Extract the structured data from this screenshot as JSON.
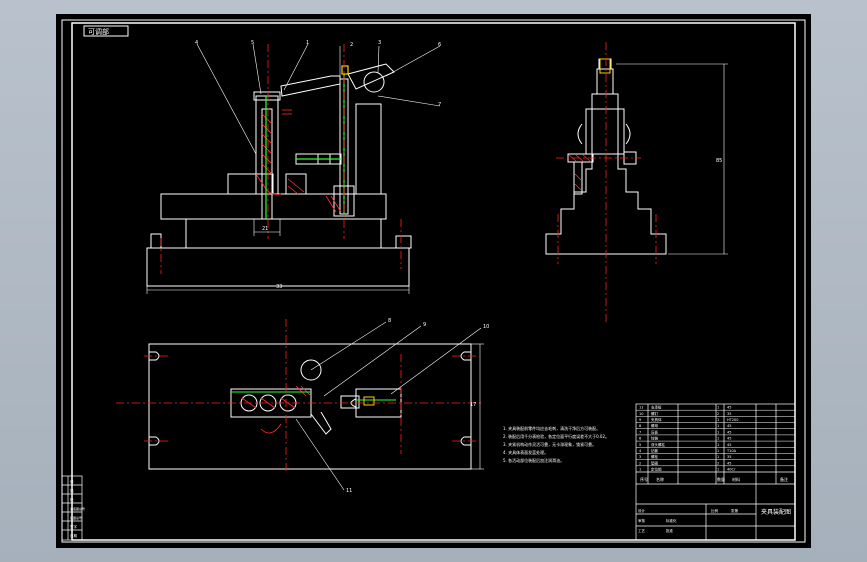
{
  "window": {
    "bg_top": "#b9c2cc",
    "bg_bottom": "#a6b0bb",
    "canvas_bg": "#000000"
  },
  "colors": {
    "line": "#ffffff",
    "center_line": "#ff2020",
    "dimension": "#00e5e5",
    "hatch": "#ff3030",
    "green": "#30ff30",
    "yellow": "#ffd000",
    "text": "#ffffff"
  },
  "drawing": {
    "title_tab": "可调部",
    "dims": {
      "front_width": "33",
      "front_small": "21",
      "side_height": "85",
      "plan_height": "17"
    },
    "balloons": [
      "4",
      "5",
      "1",
      "2",
      "3",
      "6",
      "7",
      "8",
      "9",
      "10",
      "11"
    ],
    "tech_notes": [
      "1. 夹具装配前零件均应去毛刺，清洗干净后方可装配。",
      "2. 装配后用千分表检验，各定位面平行度误差不大于0.02。",
      "3. 夹紧机构动作灵活可靠，无卡滞现象，锁紧可靠。",
      "4. 夹具体表面发蓝处理。",
      "5. 各活动部位装配后加注润滑油。"
    ],
    "title_block": {
      "bom_headers": [
        "序号",
        "名称",
        "数量",
        "材料",
        "备注"
      ],
      "bom_rows": [
        [
          "11",
          "支承板",
          "1",
          "45",
          ""
        ],
        [
          "10",
          "螺钉",
          "2",
          "35",
          ""
        ],
        [
          "9",
          "夹具体",
          "1",
          "HT200",
          ""
        ],
        [
          "8",
          "螺母",
          "1",
          "45",
          ""
        ],
        [
          "7",
          "压板",
          "1",
          "45",
          ""
        ],
        [
          "6",
          "铰链",
          "1",
          "45",
          ""
        ],
        [
          "5",
          "双头螺柱",
          "1",
          "45",
          ""
        ],
        [
          "4",
          "钻套",
          "1",
          "T10A",
          ""
        ],
        [
          "3",
          "螺栓",
          "1",
          "35",
          ""
        ],
        [
          "2",
          "垫圈",
          "2",
          "45",
          ""
        ],
        [
          "1",
          "定位销",
          "1",
          "40Cr",
          ""
        ]
      ],
      "drawing_name": "夹具装配图",
      "ratio_label": "比例",
      "sheet_label": "张第",
      "design_labels": [
        "设计",
        "审核",
        "工艺",
        "标准化",
        "批准"
      ],
      "left_strip": [
        "借",
        "描",
        "校",
        "旧底图总号",
        "底图总号",
        "签字",
        "日期"
      ]
    }
  }
}
